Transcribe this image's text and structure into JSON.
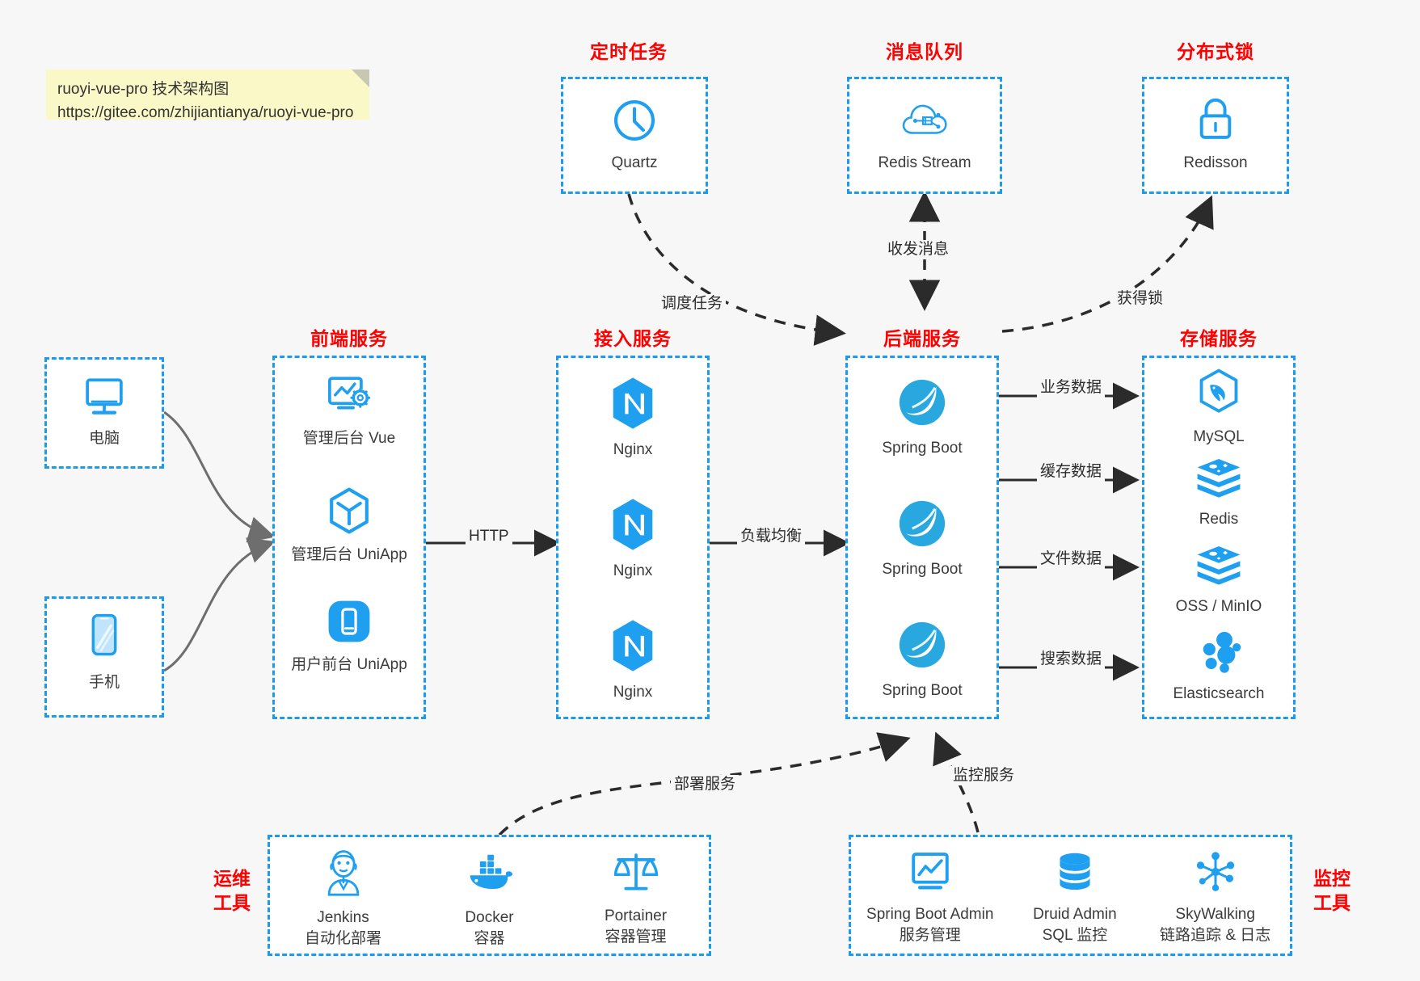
{
  "note": {
    "line1": "ruoyi-vue-pro 技术架构图",
    "line2": "https://gitee.com/zhijiantianya/ruoyi-vue-pro"
  },
  "colors": {
    "accent_blue": "#1c9aec",
    "icon_blue": "#1e9ff0",
    "title_red": "#ff0000",
    "note_yellow": "#fbf8c8",
    "background": "#f7f7f7",
    "arrow_black": "#2b2b2b",
    "client_arrow_gray": "#6e6e6e"
  },
  "groups": {
    "scheduler": {
      "title": "定时任务",
      "nodes": [
        {
          "label": "Quartz",
          "icon": "clock-icon"
        }
      ]
    },
    "message_queue": {
      "title": "消息队列",
      "nodes": [
        {
          "label": "Redis Stream",
          "icon": "cloud-network-icon"
        }
      ]
    },
    "distributed_lock": {
      "title": "分布式锁",
      "nodes": [
        {
          "label": "Redisson",
          "icon": "lock-icon"
        }
      ]
    },
    "clients": {
      "nodes": [
        {
          "label": "电脑",
          "icon": "desktop-monitor-icon"
        },
        {
          "label": "手机",
          "icon": "mobile-phone-icon"
        }
      ]
    },
    "frontend": {
      "title": "前端服务",
      "nodes": [
        {
          "label": "管理后台 Vue",
          "icon": "dashboard-gear-icon"
        },
        {
          "label": "管理后台 UniApp",
          "icon": "hexagon-cube-icon"
        },
        {
          "label": "用户前台 UniApp",
          "icon": "app-phone-icon"
        }
      ]
    },
    "gateway": {
      "title": "接入服务",
      "nodes": [
        {
          "label": "Nginx",
          "icon": "nginx-icon"
        },
        {
          "label": "Nginx",
          "icon": "nginx-icon"
        },
        {
          "label": "Nginx",
          "icon": "nginx-icon"
        }
      ]
    },
    "backend": {
      "title": "后端服务",
      "nodes": [
        {
          "label": "Spring Boot",
          "icon": "spring-boot-icon"
        },
        {
          "label": "Spring Boot",
          "icon": "spring-boot-icon"
        },
        {
          "label": "Spring Boot",
          "icon": "spring-boot-icon"
        }
      ]
    },
    "storage": {
      "title": "存储服务",
      "nodes": [
        {
          "label": "MySQL",
          "icon": "mysql-dolphin-icon"
        },
        {
          "label": "Redis",
          "icon": "redis-stack-icon"
        },
        {
          "label": "OSS / MinIO",
          "icon": "object-storage-icon"
        },
        {
          "label": "Elasticsearch",
          "icon": "elasticsearch-icon"
        }
      ]
    },
    "devops": {
      "title": "运维\n工具",
      "title_line1": "运维",
      "title_line2": "工具",
      "nodes": [
        {
          "label": "Jenkins",
          "sublabel": "自动化部署",
          "icon": "jenkins-butler-icon"
        },
        {
          "label": "Docker",
          "sublabel": "容器",
          "icon": "docker-whale-icon"
        },
        {
          "label": "Portainer",
          "sublabel": "容器管理",
          "icon": "scales-icon"
        }
      ]
    },
    "monitoring": {
      "title_line1": "监控",
      "title_line2": "工具",
      "nodes": [
        {
          "label": "Spring Boot Admin",
          "sublabel": "服务管理",
          "icon": "monitor-chart-icon"
        },
        {
          "label": "Druid Admin",
          "sublabel": "SQL 监控",
          "icon": "database-cylinder-icon"
        },
        {
          "label": "SkyWalking",
          "sublabel": "链路追踪 & 日志",
          "icon": "network-nodes-icon"
        }
      ]
    }
  },
  "edges": {
    "http": "HTTP",
    "load_balance": "负载均衡",
    "schedule_task": "调度任务",
    "send_receive_message": "收发消息",
    "acquire_lock": "获得锁",
    "business_data": "业务数据",
    "cache_data": "缓存数据",
    "file_data": "文件数据",
    "search_data": "搜索数据",
    "deploy_service": "部署服务",
    "monitor_service": "监控服务"
  }
}
